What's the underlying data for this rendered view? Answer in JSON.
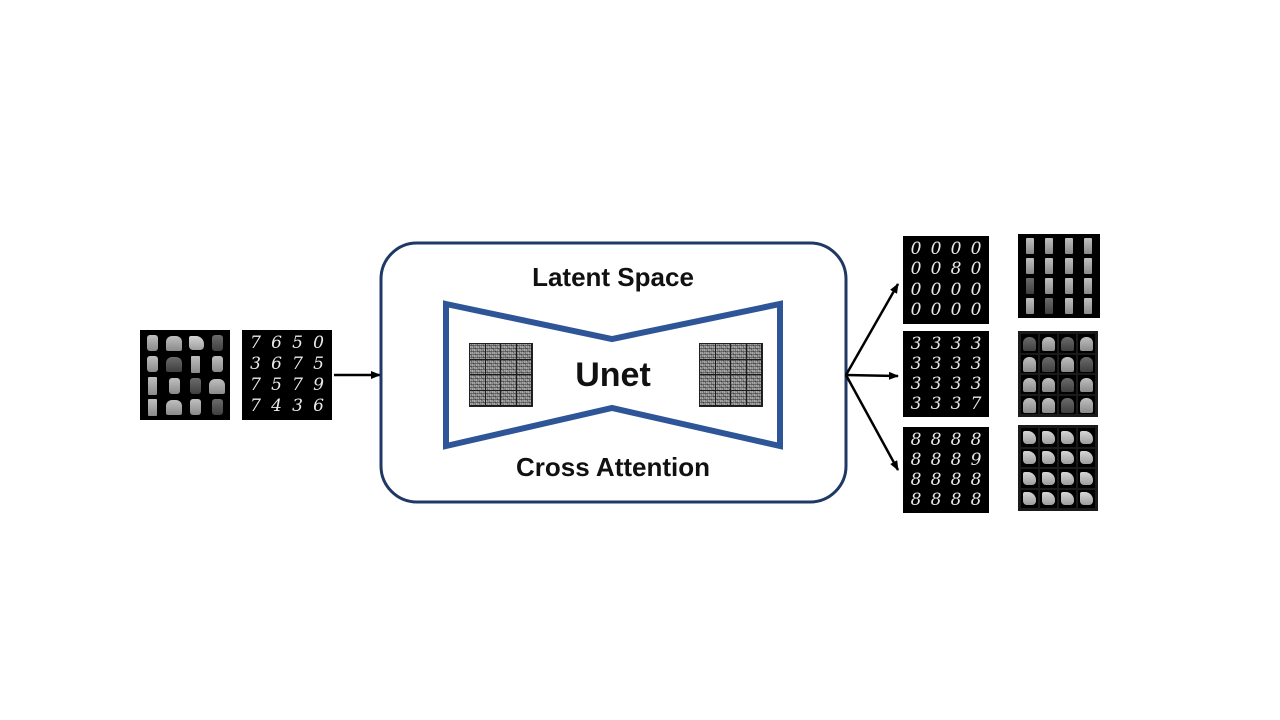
{
  "labels": {
    "latent_space": "Latent Space",
    "unet": "Unet",
    "cross_attention": "Cross Attention"
  },
  "input_images": {
    "digits": [
      "7",
      "6",
      "5",
      "0",
      "3",
      "6",
      "7",
      "5",
      "7",
      "5",
      "7",
      "9",
      "7",
      "4",
      "3",
      "6"
    ]
  },
  "output_images": {
    "digit_zero": [
      "0",
      "0",
      "0",
      "0",
      "0",
      "0",
      "8",
      "0",
      "0",
      "0",
      "0",
      "0",
      "0",
      "0",
      "0",
      "0"
    ],
    "digit_three": [
      "3",
      "3",
      "3",
      "3",
      "3",
      "3",
      "3",
      "3",
      "3",
      "3",
      "3",
      "3",
      "3",
      "3",
      "3",
      "7"
    ],
    "digit_eight": [
      "8",
      "8",
      "8",
      "8",
      "8",
      "8",
      "8",
      "9",
      "8",
      "8",
      "8",
      "8",
      "8",
      "8",
      "8",
      "8"
    ]
  },
  "colors": {
    "accent": "#2e5597",
    "frame": "#1f3864",
    "arrow": "#000000"
  }
}
